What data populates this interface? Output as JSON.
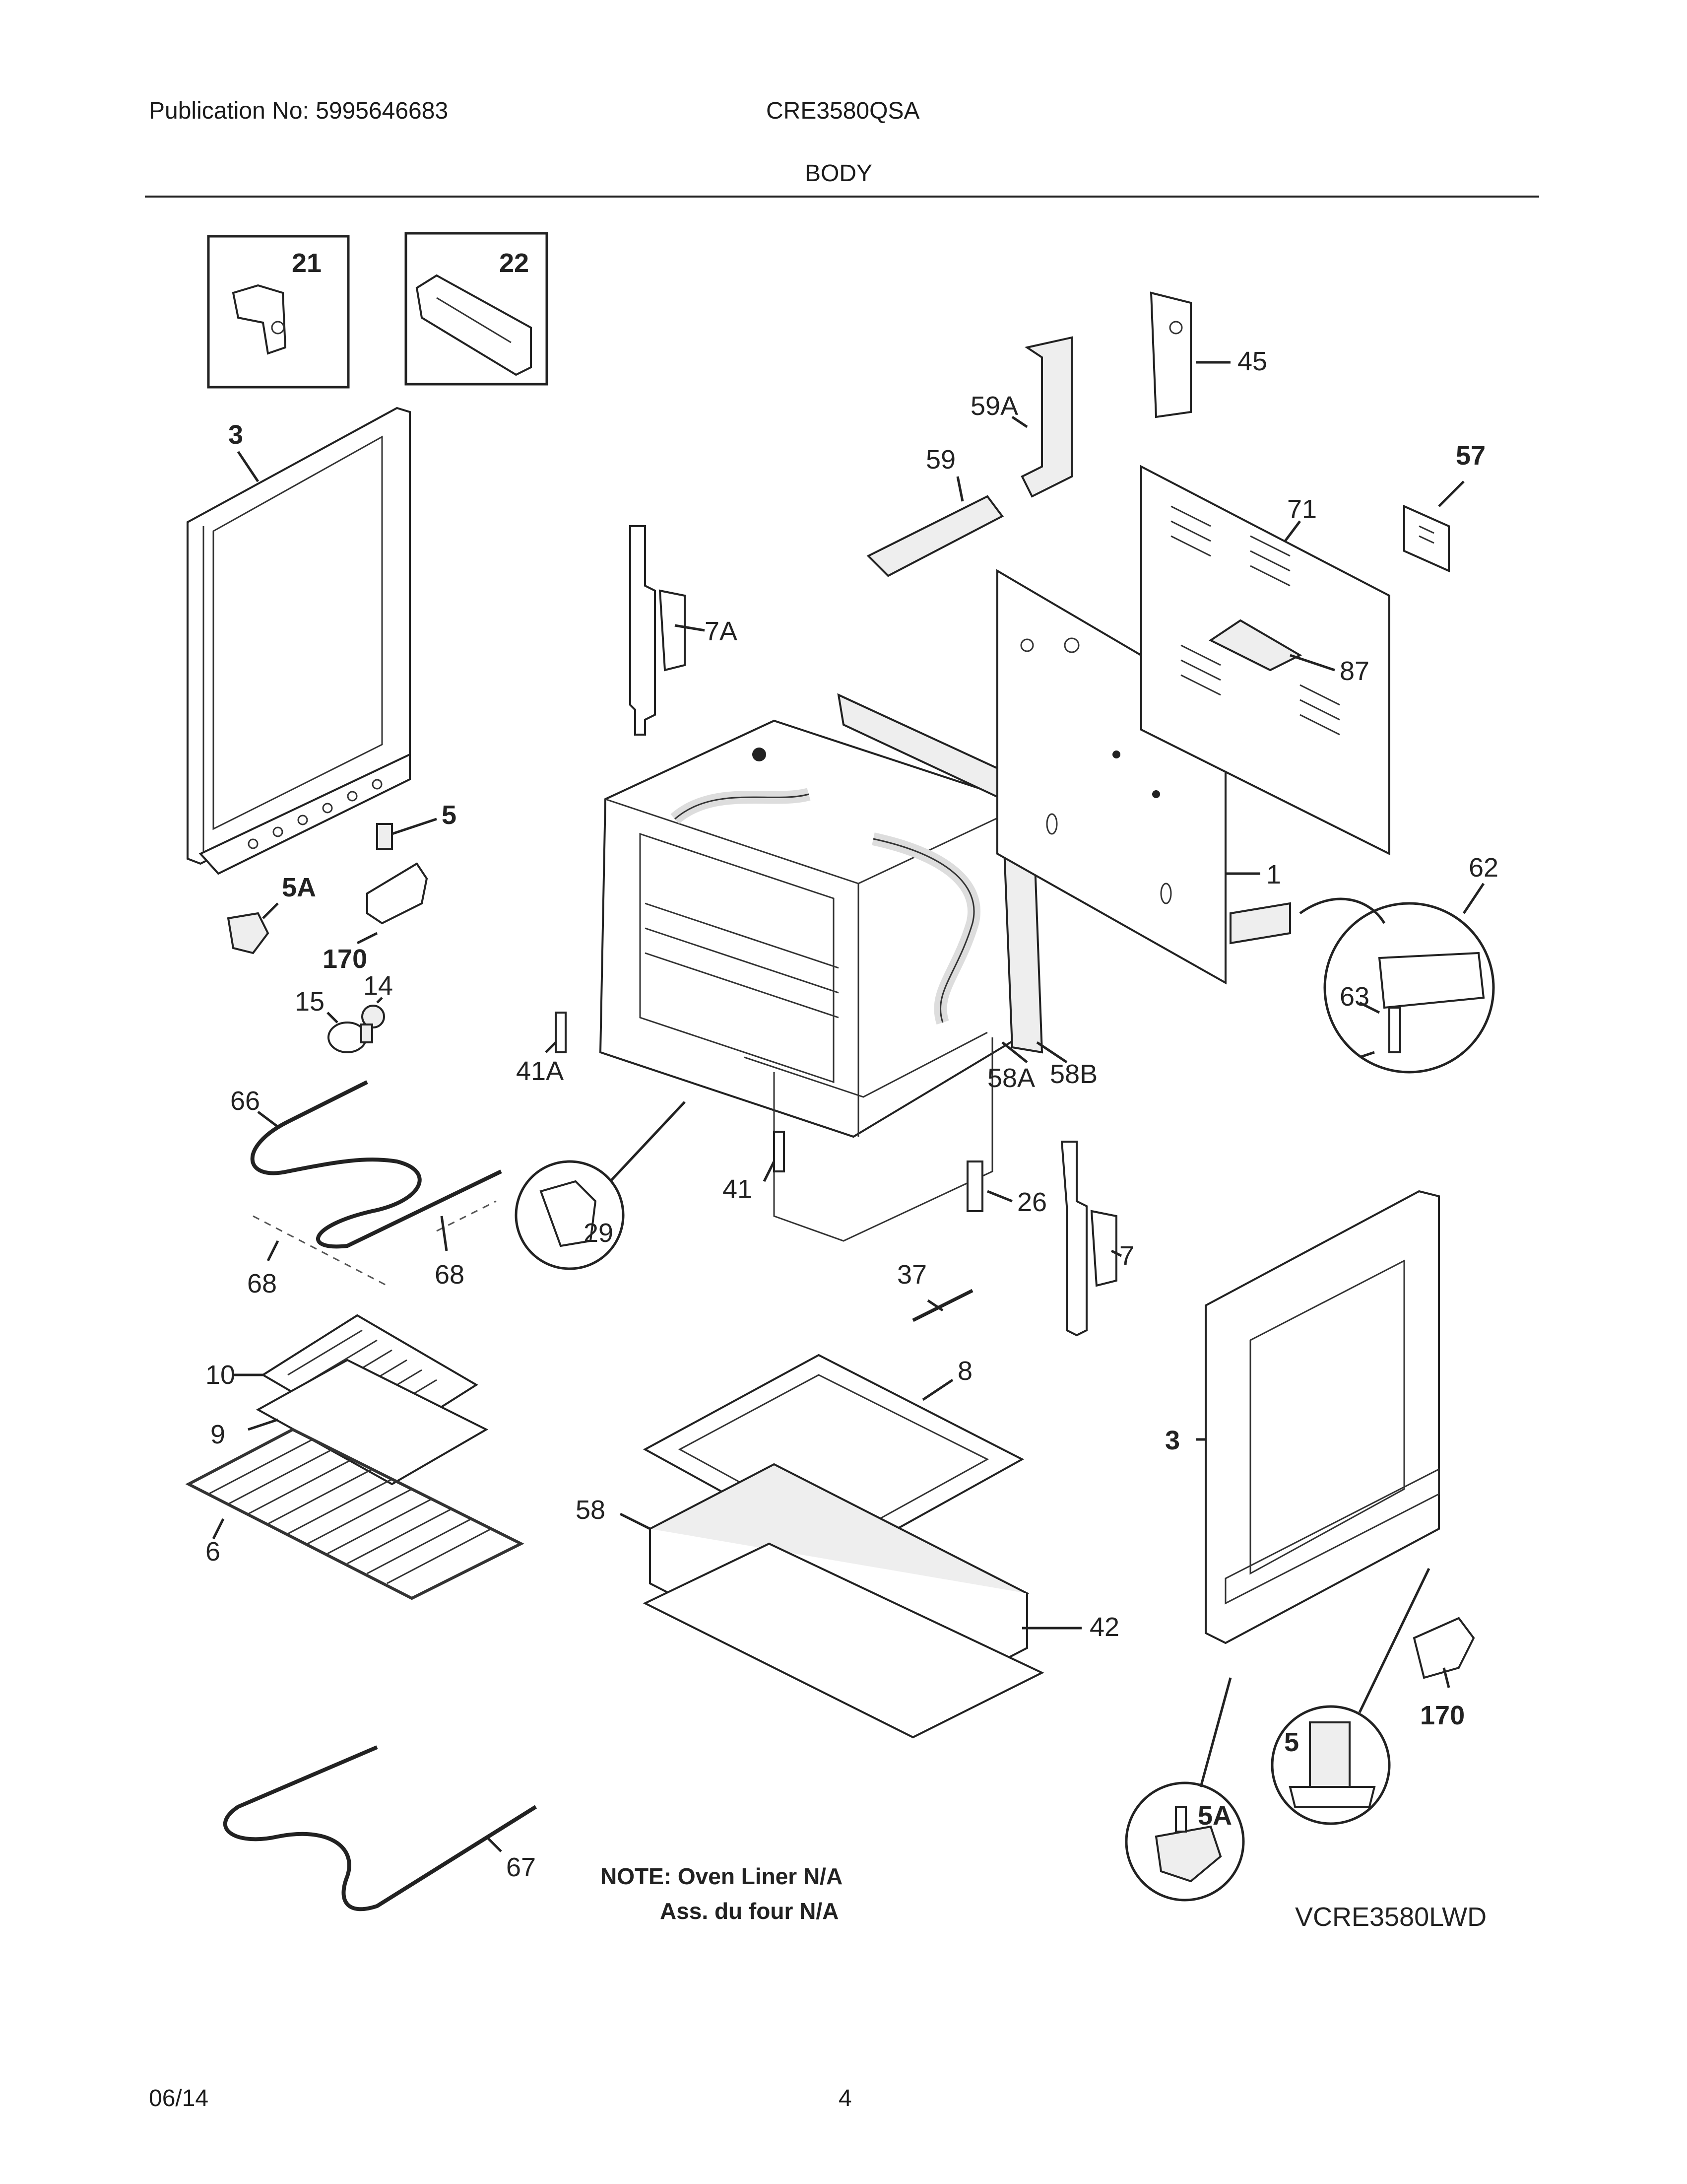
{
  "header": {
    "publication": "Publication No: 5995646683",
    "model": "CRE3580QSA",
    "section": "BODY"
  },
  "footer": {
    "date": "06/14",
    "page": "4"
  },
  "diagram": {
    "callouts": {
      "c21": "21",
      "c22": "22",
      "c3a": "3",
      "c45": "45",
      "c59a": "59A",
      "c59": "59",
      "c57": "57",
      "c71": "71",
      "c7a": "7A",
      "c87": "87",
      "c5a": "5",
      "c5aa": "5A",
      "c170a": "170",
      "c14": "14",
      "c15": "15",
      "c1": "1",
      "c62": "62",
      "c63": "63",
      "c41a": "41A",
      "c58a": "58A",
      "c58b": "58B",
      "c66": "66",
      "c41": "41",
      "c29": "29",
      "c26": "26",
      "c68a": "68",
      "c68b": "68",
      "c37": "37",
      "c7": "7",
      "c10": "10",
      "c8": "8",
      "c9": "9",
      "c3b": "3",
      "c58": "58",
      "c6": "6",
      "c42": "42",
      "c170b": "170",
      "c5b": "5",
      "c5ab": "5A",
      "c67": "67"
    },
    "note_line1": "NOTE: Oven Liner N/A",
    "note_line2": "Ass. du four N/A",
    "diagram_code": "VCRE3580LWD"
  }
}
